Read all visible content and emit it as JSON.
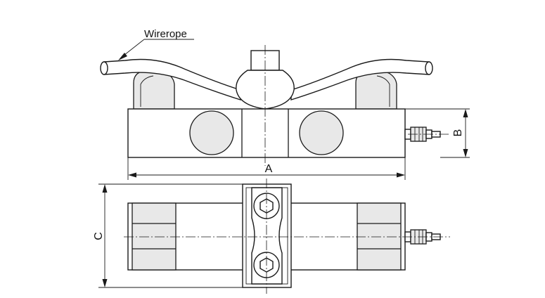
{
  "labels": {
    "wirerope": "Wirerope",
    "dim_a": "A",
    "dim_b": "B",
    "dim_c": "C"
  },
  "colors": {
    "line": "#1a1a1a",
    "shade": "#e8e8e8",
    "background": "#ffffff"
  }
}
